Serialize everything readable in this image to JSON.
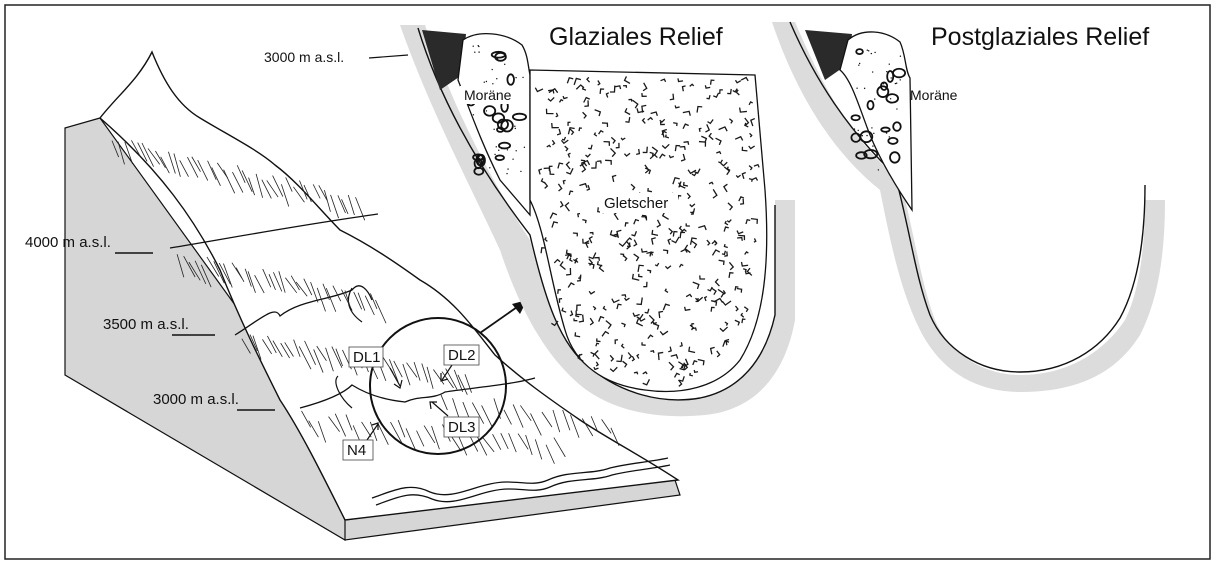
{
  "titles": {
    "glacial": "Glaziales Relief",
    "postglacial": "Postglaziales Relief"
  },
  "block": {
    "elev_4000": "4000 m a.s.l.",
    "elev_3500": "3500 m a.s.l.",
    "elev_3000": "3000 m a.s.l.",
    "markers": {
      "dl1": "DL1",
      "dl2": "DL2",
      "dl3": "DL3",
      "n4": "N4"
    }
  },
  "glacial_section": {
    "elev_label": "3000 m a.s.l.",
    "moraine": "Moräne",
    "glacier": "Gletscher"
  },
  "postglacial_section": {
    "moraine": "Moräne"
  },
  "colors": {
    "shadow": "#dcdcdc",
    "outline": "#111111",
    "ice_speckle": "#1a1a1a"
  }
}
